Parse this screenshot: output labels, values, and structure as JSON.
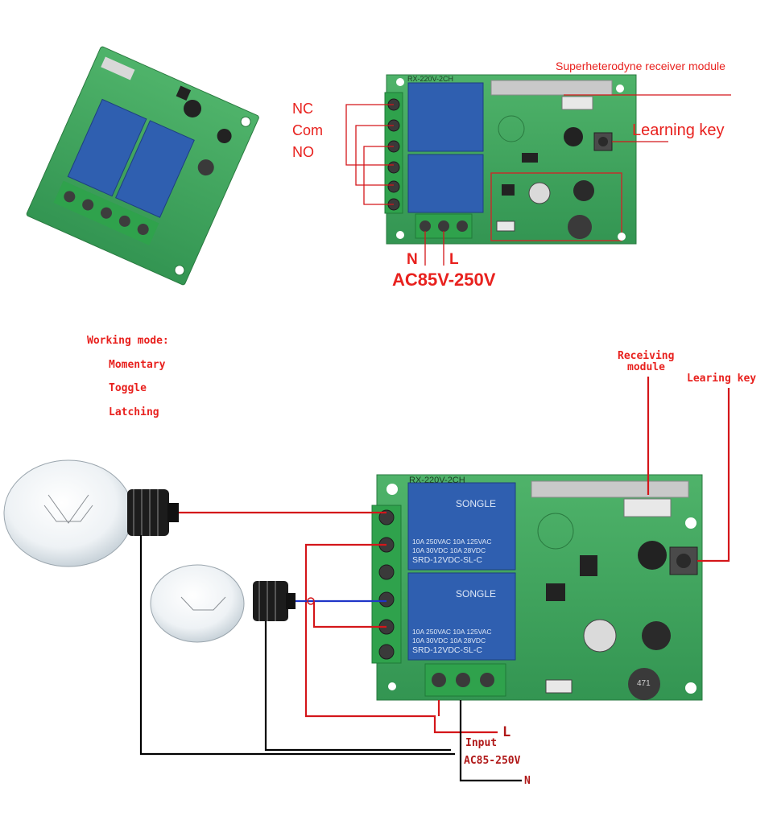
{
  "colors": {
    "red_label": "#e8211e",
    "dark_red_label": "#b01818",
    "wire_red": "#d4161a",
    "wire_blue": "#1f35c8",
    "wire_black": "#000000",
    "pcb_green": "#3ea35a",
    "relay_blue": "#2f5fb0"
  },
  "diagram_top": {
    "superhet_label": "Superheterodyne receiver module",
    "learning_key_label": "Learning key",
    "nc_label": "NC",
    "com_label": "Com",
    "no_label": "NO",
    "n_label": "N",
    "l_label": "L",
    "ac_label": "AC85V-250V"
  },
  "working_mode": {
    "title": "Working mode:",
    "modes": [
      "Momentary",
      "Toggle",
      "Latching"
    ]
  },
  "diagram_bottom": {
    "receiving_line1": "Receiving",
    "receiving_line2": "module",
    "learning_key_label": "Learing key",
    "l_label": "L",
    "input_label": "Input",
    "ac_label": "AC85-250V",
    "n_label": "N"
  },
  "board_text": {
    "model": "RX-220V-2CH",
    "relay_brand": "SONGLE",
    "relay_line1": "10A 250VAC  10A 125VAC",
    "relay_line2": "10A 30VDC  10A 28VDC",
    "relay_model": "SRD-12VDC-SL-C",
    "inductor": "471"
  }
}
